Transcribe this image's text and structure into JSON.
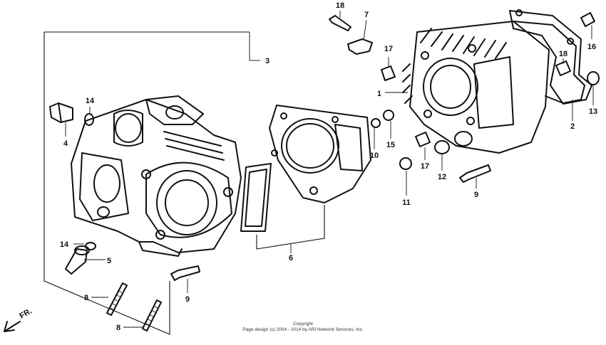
{
  "callouts": {
    "c1": "1",
    "c2": "2",
    "c3": "3",
    "c4": "4",
    "c5": "5",
    "c6": "6",
    "c7": "7",
    "c8a": "8",
    "c8b": "8",
    "c9a": "9",
    "c9b": "9",
    "c10": "10",
    "c11": "11",
    "c12": "12",
    "c13": "13",
    "c14a": "14",
    "c14b": "14",
    "c15": "15",
    "c16": "16",
    "c17a": "17",
    "c17b": "17",
    "c18a": "18",
    "c18b": "18"
  },
  "front_marker": "FR.",
  "copyright": {
    "line1": "Copyright",
    "line2": "Page design (c) 2004 - 2014 by ARI Network Services, Inc."
  },
  "icons": {
    "front_arrow": "arrow-down-left-icon"
  }
}
